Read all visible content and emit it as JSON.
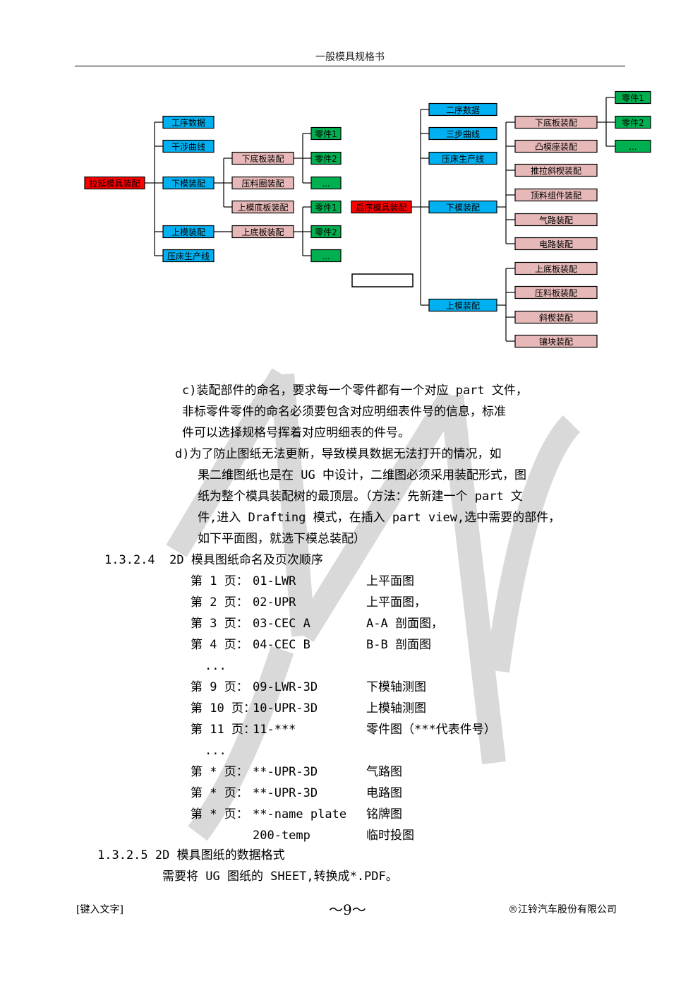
{
  "header": {
    "title": "一般模具规格书"
  },
  "diagram_left": {
    "root": "拉延模具装配",
    "level1": [
      "工序数据",
      "干涉曲线",
      "下模装配",
      "上模装配",
      "压床生产线"
    ],
    "lower_sub": [
      "下底板装配",
      "压料圈装配",
      "上模底板装配"
    ],
    "upper_sub": [
      "上底板装配"
    ],
    "parts_a": [
      "零件1",
      "零件2",
      "..."
    ],
    "parts_b": [
      "零件1",
      "零件2",
      "..."
    ]
  },
  "diagram_right": {
    "root": "后序模具装配",
    "level1": [
      "二序数据",
      "三步曲线",
      "压床生产线",
      "下模装配",
      "上模装配"
    ],
    "lower_sub": [
      "下底板装配",
      "凸模座装配",
      "推拉斜楔装配",
      "顶料组件装配",
      "气路装配",
      "电路装配"
    ],
    "upper_sub": [
      "上底板装配",
      "压料板装配",
      "斜楔装配",
      "镶块装配"
    ],
    "parts": [
      "零件1",
      "零件2",
      "..."
    ]
  },
  "body": {
    "c_lines": [
      "c)装配部件的命名，要求每一个零件都有一个对应 part 文件，",
      "非标零件零件的命名必须要包含对应明细表件号的信息，标准",
      "件可以选择规格号挥着对应明细表的件号。"
    ],
    "d_lines": [
      "d)为了防止图纸无法更新，导致模具数据无法打开的情况，如",
      "果二维图纸也是在 UG 中设计，二维图必须采用装配形式，图",
      "纸为整个模具装配树的最顶层。（方法：先新建一个 part 文",
      "件,进入 Drafting 模式，在插入 part view,选中需要的部件，",
      "如下平面图，就选下模总装配）"
    ],
    "section_124": "1.3.2.4  2D 模具图纸命名及页次顺序",
    "pages": [
      {
        "page": "第 1 页：",
        "code": "01-LWR",
        "desc": "上平面图"
      },
      {
        "page": "第 2 页：",
        "code": "02-UPR",
        "desc": "上平面图，"
      },
      {
        "page": "第 3 页：",
        "code": "03-CEC A",
        "desc": "A-A 剖面图，"
      },
      {
        "page": "第 4 页：",
        "code": "04-CEC B",
        "desc": "B-B 剖面图"
      },
      {
        "page": "...",
        "code": "",
        "desc": ""
      },
      {
        "page": "第 9 页：",
        "code": "09-LWR-3D",
        "desc": "下模轴测图"
      },
      {
        "page": "第 10 页：",
        "code": "10-UPR-3D",
        "desc": "上模轴测图"
      },
      {
        "page": "第 11 页：",
        "code": "11-***",
        "desc": "零件图（***代表件号）"
      },
      {
        "page": "...",
        "code": "",
        "desc": ""
      },
      {
        "page": "第 * 页：",
        "code": "**-UPR-3D",
        "desc": "气路图"
      },
      {
        "page": "第 * 页：",
        "code": "**-UPR-3D",
        "desc": "电路图"
      },
      {
        "page": "第 * 页：",
        "code": "**-name plate",
        "desc": "铭牌图"
      },
      {
        "page": "",
        "code": "200-temp",
        "desc": "临时投图"
      }
    ],
    "section_125": "1.3.2.5 2D 模具图纸的数据格式",
    "pdf_line": "需要将 UG 图纸的 SHEET,转换成*.PDF。"
  },
  "footer": {
    "left": "[键入文字]",
    "center": "～9～",
    "right": "®江铃汽车股份有限公司"
  },
  "colors": {
    "red": "#ff0000",
    "blue": "#00b0f0",
    "pink": "#e6b8b7",
    "green": "#00b050",
    "watermark": "#d9d9d9"
  }
}
